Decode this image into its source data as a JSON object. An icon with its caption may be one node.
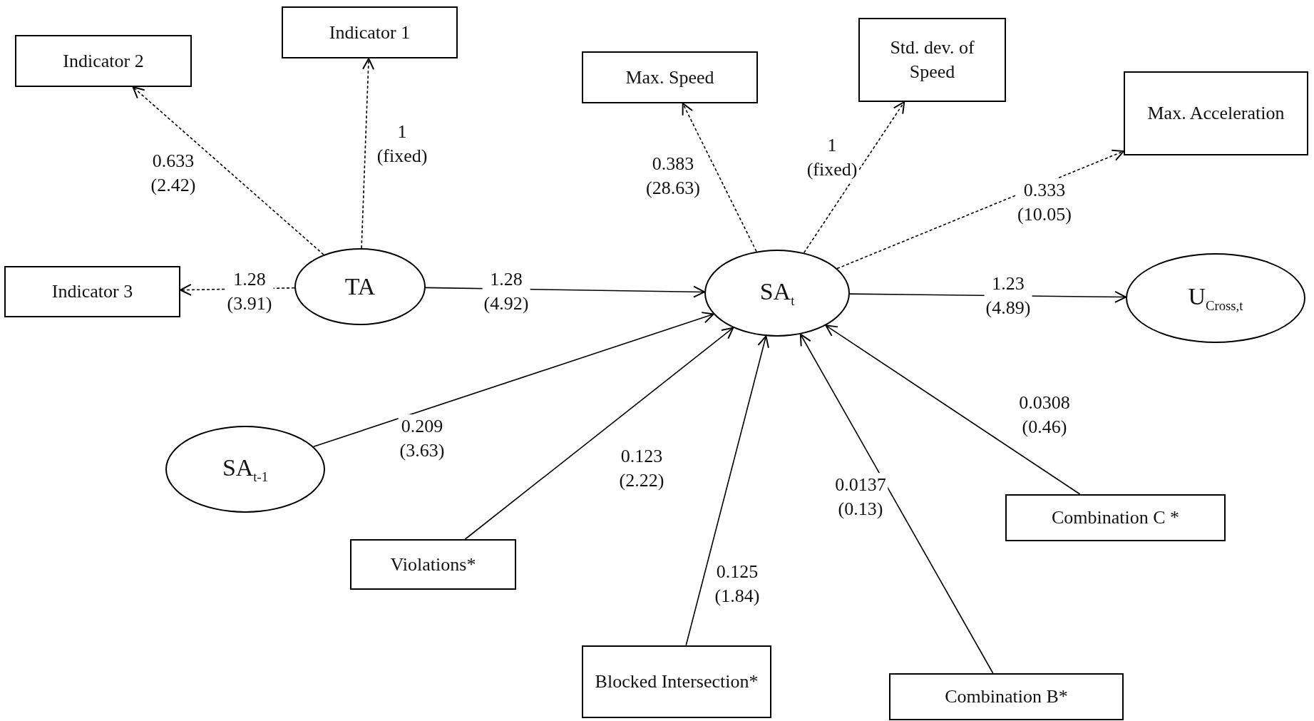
{
  "diagram": {
    "nodes": [
      {
        "text": [
          "Indicator 2"
        ]
      },
      {
        "text": [
          "Indicator 1"
        ]
      },
      {
        "text": [
          "Max. Speed"
        ]
      },
      {
        "text": [
          "Std. dev. of Speed"
        ]
      },
      {
        "text": [
          "Max. Acceleration"
        ]
      },
      {
        "text": [
          "Indicator 3"
        ]
      },
      {
        "text": [
          "TA"
        ]
      },
      {
        "text": [
          "SA$_{t}$"
        ]
      },
      {
        "text": [
          "U$_{Cross,t}$"
        ]
      },
      {
        "text": [
          "SA$_{t-1}$"
        ]
      },
      {
        "text": [
          "Combination C *"
        ]
      },
      {
        "text": [
          "Violations*"
        ]
      },
      {
        "text": [
          "Blocked Intersection*"
        ]
      },
      {
        "text": [
          "Combination B*"
        ]
      }
    ],
    "edges": [
      {
        "from": 6,
        "to": 0,
        "arrow": "to",
        "label": "0.633 (2.42)",
        "style": "dashed"
      },
      {
        "from": 6,
        "to": 1,
        "arrow": "to",
        "label": "1 (fixed)",
        "style": "dashed"
      },
      {
        "from": 6,
        "to": 5,
        "arrow": "to",
        "label": "1.28 (3.91)",
        "style": "dashed"
      },
      {
        "from": 6,
        "to": 7,
        "arrow": "to",
        "label": "1.28 (4.92)"
      },
      {
        "from": 7,
        "to": 2,
        "arrow": "to",
        "label": "0.383 (28.63)",
        "style": "dashed"
      },
      {
        "from": 7,
        "to": 3,
        "arrow": "to",
        "label": "1 (fixed)",
        "style": "dashed"
      },
      {
        "from": 7,
        "to": 4,
        "arrow": "to",
        "label": "0.333 (10.05)",
        "style": "dashed"
      },
      {
        "from": 7,
        "to": 8,
        "arrow": "to",
        "label": "1.23 (4.89)"
      },
      {
        "from": 9,
        "to": 7,
        "arrow": "to",
        "label": "0.209 (3.63)"
      },
      {
        "from": 11,
        "to": 7,
        "arrow": "to",
        "label": "0.123 (2.22)"
      },
      {
        "from": 12,
        "to": 7,
        "arrow": "to",
        "label": "0.125 (1.84)"
      },
      {
        "from": 13,
        "to": 7,
        "arrow": "to",
        "label": "0.0137 (0.13)"
      },
      {
        "from": 10,
        "to": 7,
        "arrow": "to",
        "label": "0.0308 (0.46)"
      }
    ]
  }
}
